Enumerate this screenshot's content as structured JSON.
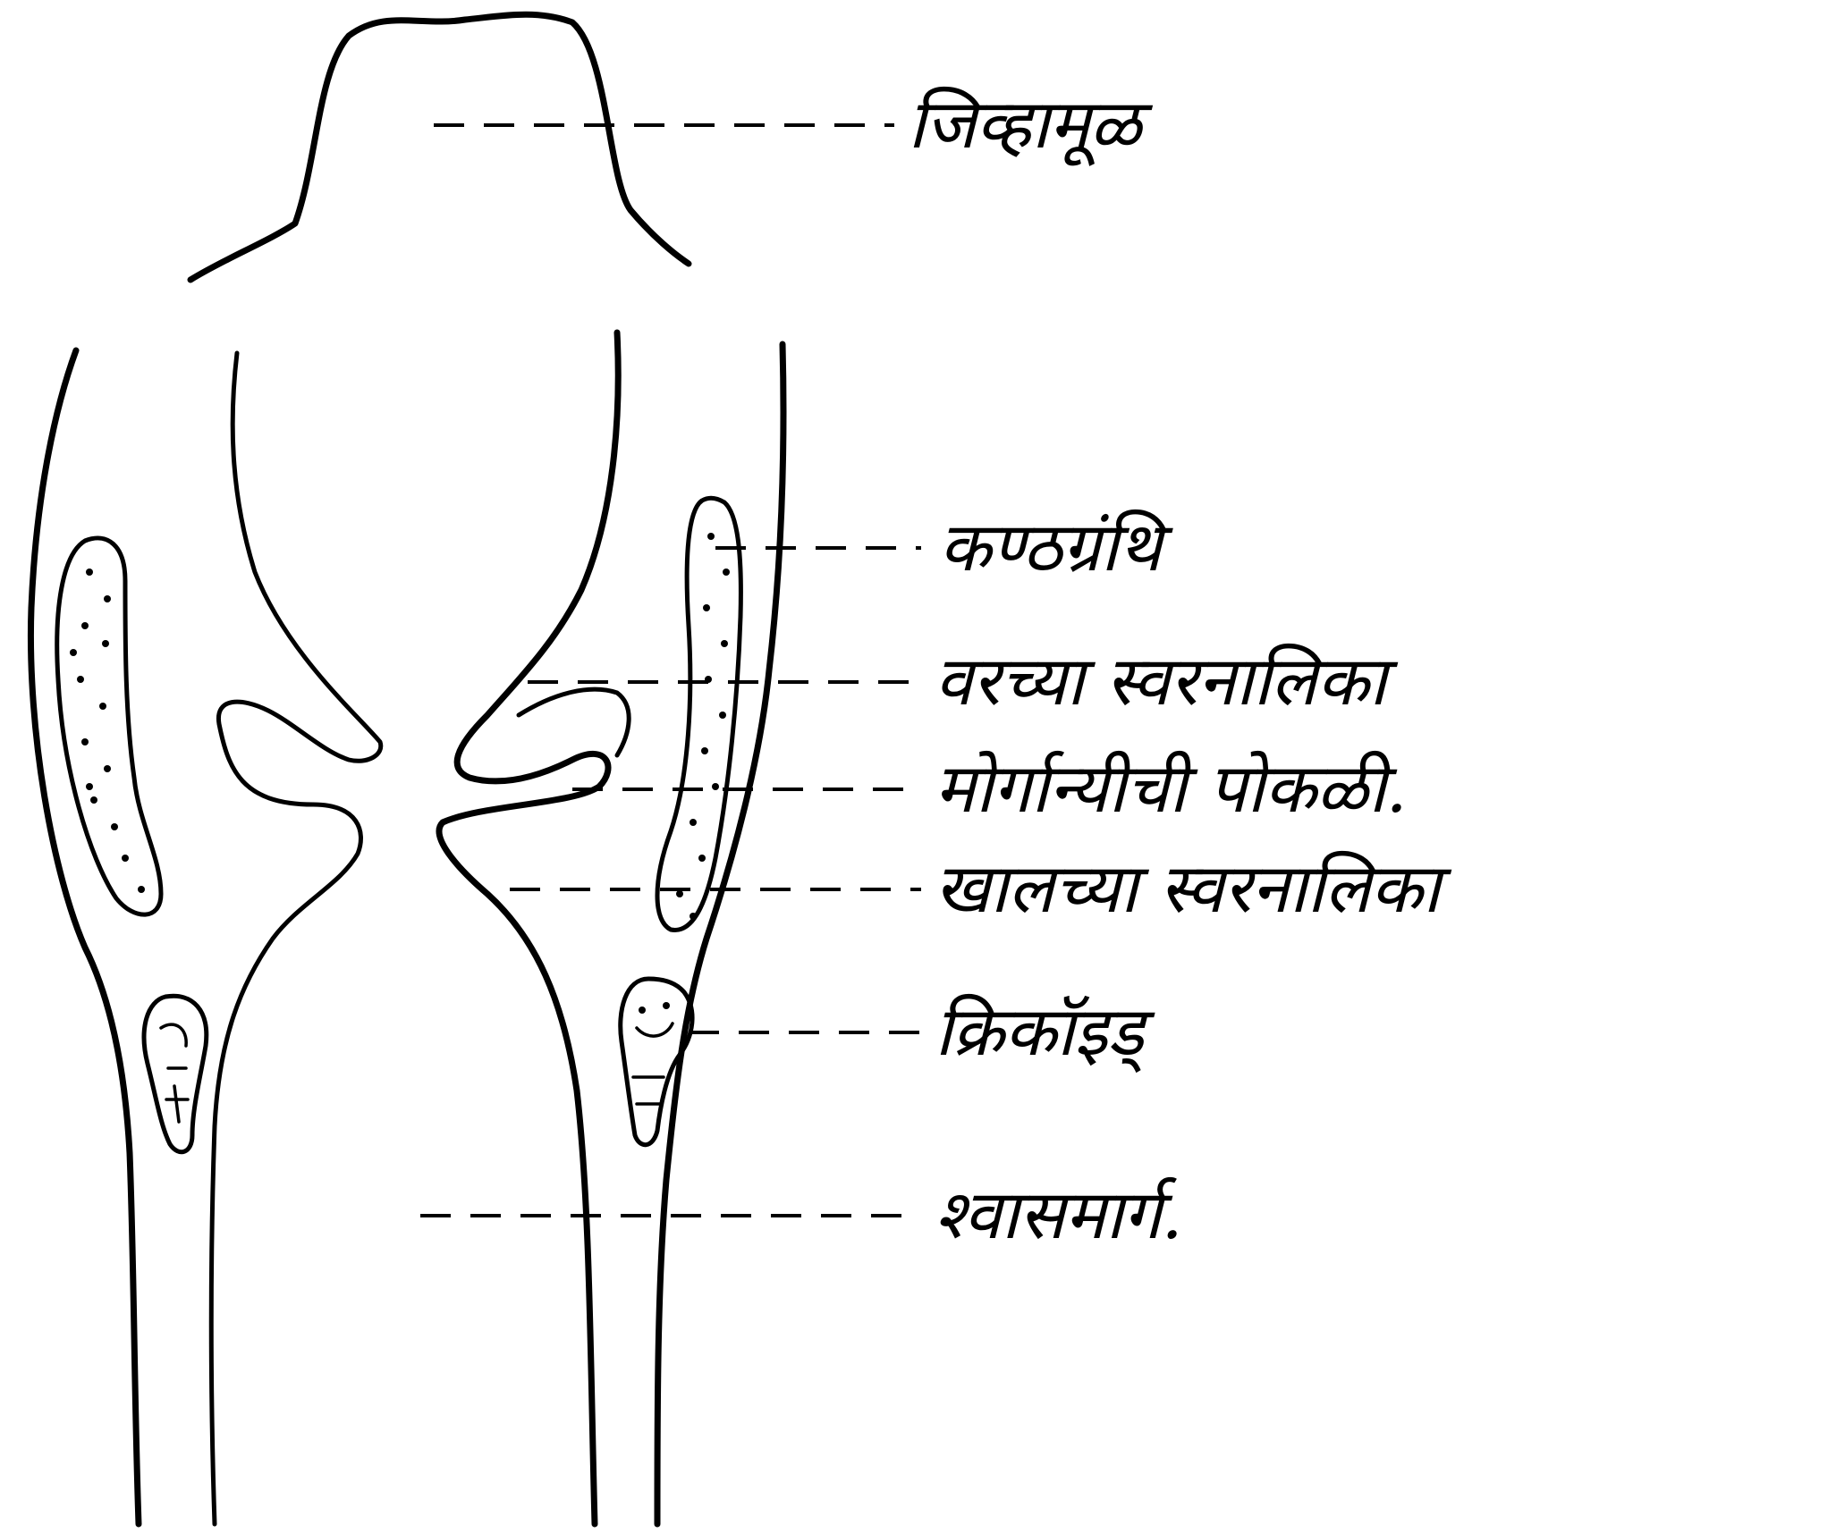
{
  "diagram": {
    "labels": {
      "tongue_root": "जिव्हामूळ",
      "thyroid_gland": "कण्ठग्रंथि",
      "upper_vocal_cord": "वरच्या स्वरनालिका",
      "morgagni_pocket": "मोर्गान्यीची पोकळी.",
      "lower_vocal_cord": "खालच्या स्वरनालिका",
      "cricoid": "क्रिकॉइड्",
      "trachea": "श्वासमार्ग."
    },
    "colors": {
      "ink": "#000000",
      "background": "#ffffff"
    }
  }
}
